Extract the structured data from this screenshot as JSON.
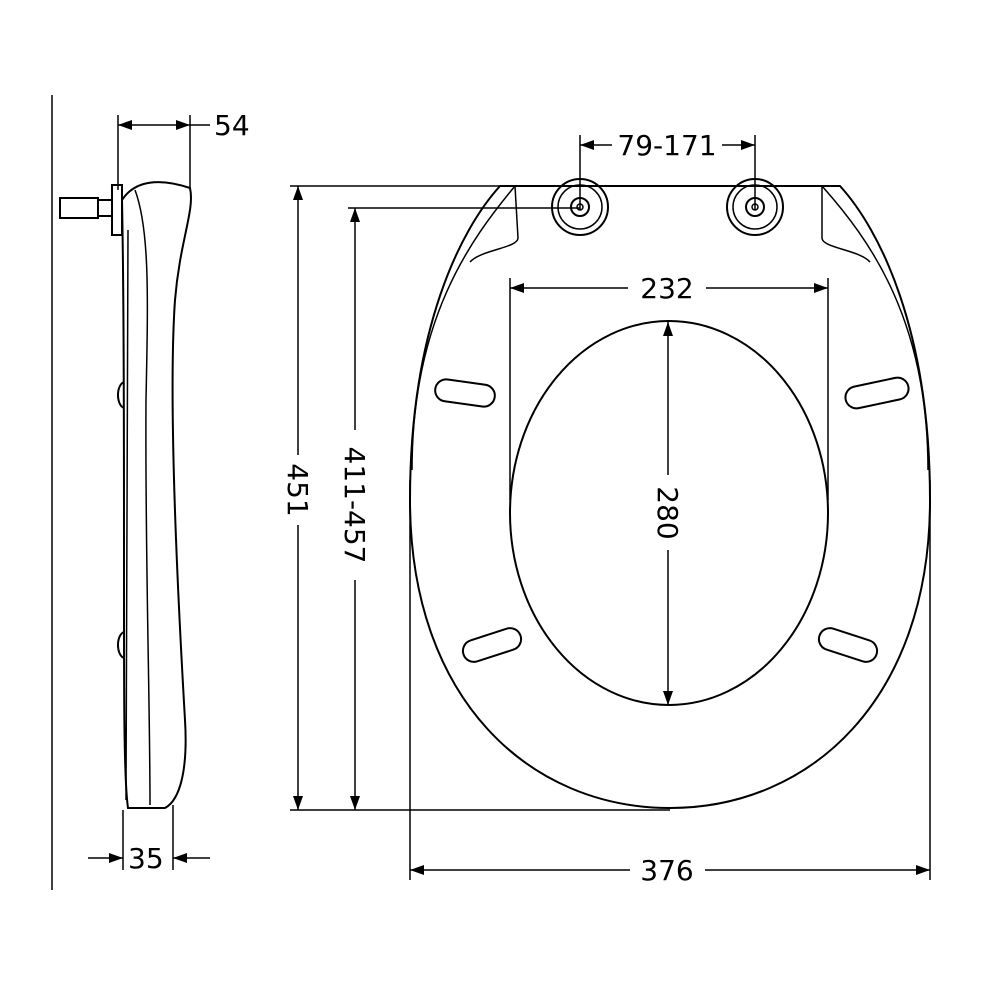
{
  "drawing": {
    "side_view": {
      "width_top": "54",
      "width_bottom": "35"
    },
    "front_view": {
      "hinge_spacing": "79-171",
      "inner_width": "232",
      "inner_length": "280",
      "overall_length": "451",
      "hinge_to_front": "411-457",
      "overall_width": "376"
    },
    "line_color": "#000000"
  }
}
